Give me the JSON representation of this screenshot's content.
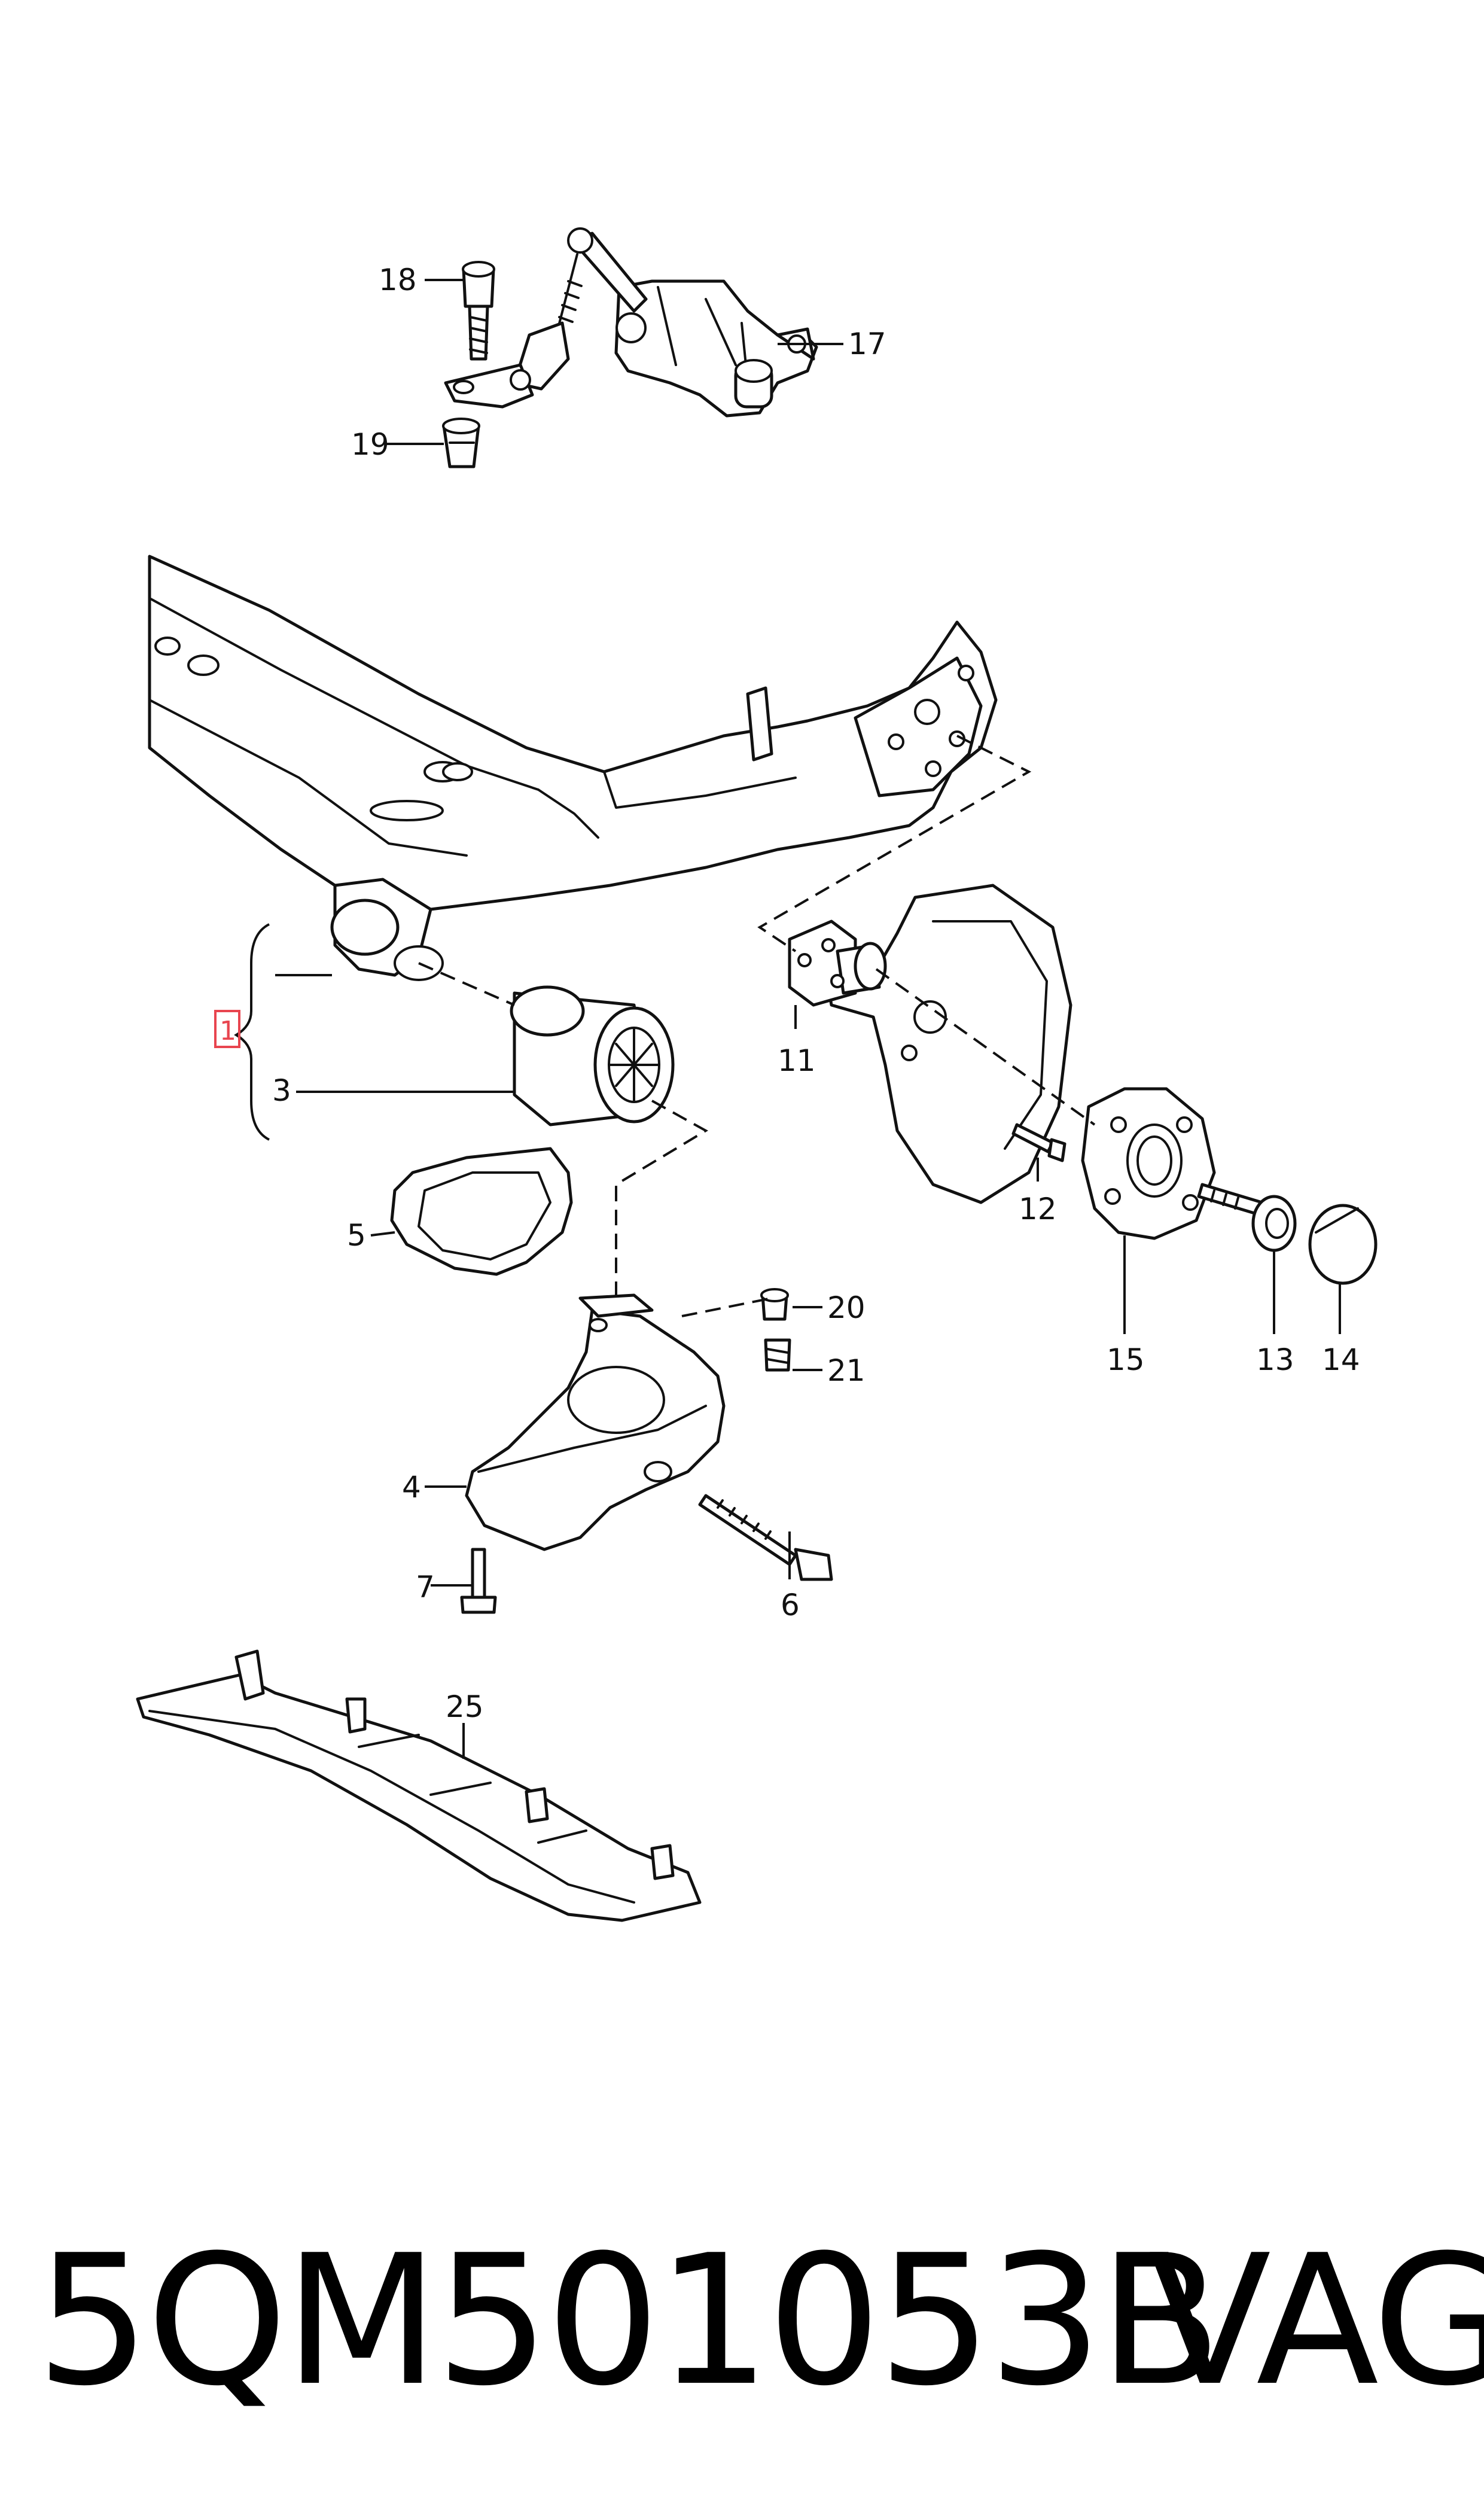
{
  "callouts": {
    "c1": "1",
    "c3": "3",
    "c4": "4",
    "c5": "5",
    "c6": "6",
    "c7": "7",
    "c11": "11",
    "c12": "12",
    "c13": "13",
    "c14": "14",
    "c15": "15",
    "c17": "17",
    "c18": "18",
    "c19": "19",
    "c20": "20",
    "c21": "21",
    "c25": "25"
  },
  "highlight": {
    "color": "#e8454f",
    "callout": "1"
  },
  "caption": {
    "part_number": "5QM501053B",
    "brand": "VAG"
  }
}
